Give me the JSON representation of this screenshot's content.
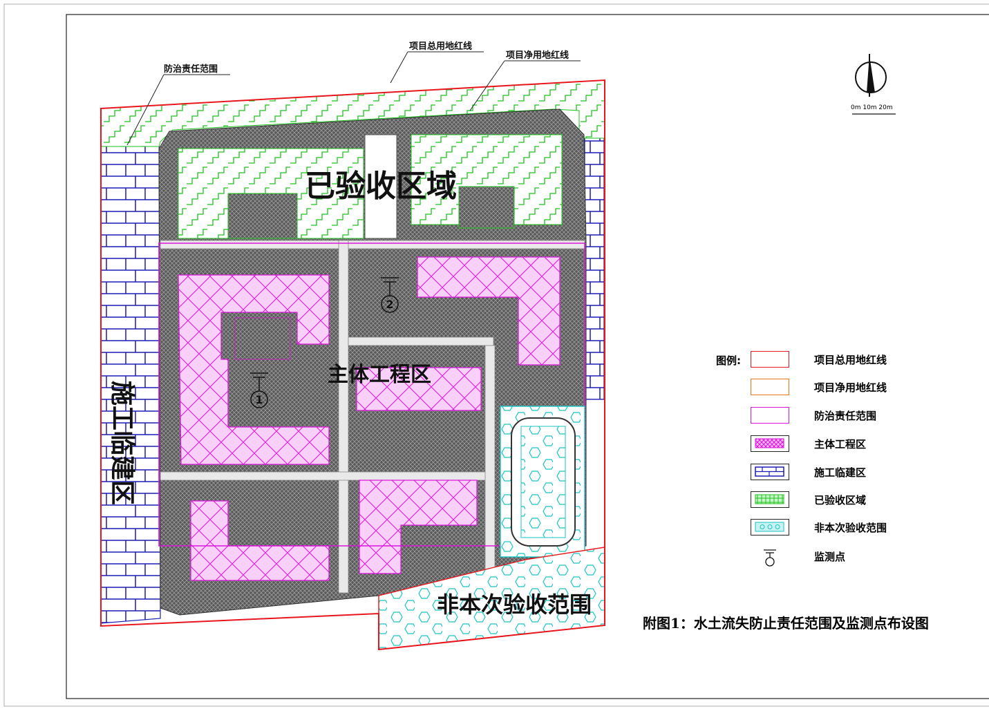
{
  "map": {
    "labels": {
      "accepted_area": "已验收区域",
      "main_works": "主体工程区",
      "construction_camp": "施工临建区",
      "not_this_acceptance": "非本次验收范围"
    },
    "callouts": {
      "prevention_scope": "防治责任范围",
      "total_red_line": "项目总用地红线",
      "net_red_line": "项目净用地红线"
    },
    "monitoring_points": [
      "1",
      "2"
    ],
    "scale": "0m 10m 20m",
    "colors": {
      "red_line": "#e8161c",
      "magenta": "#d916d9",
      "green": "#1ec21e",
      "blue": "#1b1bb3",
      "cyan": "#19c3c3",
      "dark": "#3c3c3c"
    }
  },
  "legend": {
    "title": "图例:",
    "items": [
      {
        "label": "项目总用地红线",
        "style": "red-outline"
      },
      {
        "label": "项目净用地红线",
        "style": "orange-outline"
      },
      {
        "label": "防治责任范围",
        "style": "magenta-outline"
      },
      {
        "label": "主体工程区",
        "style": "magenta-hatch"
      },
      {
        "label": "施工临建区",
        "style": "blue-brick"
      },
      {
        "label": "已验收区域",
        "style": "green-hatch"
      },
      {
        "label": "非本次验收范围",
        "style": "cyan-hex"
      },
      {
        "label": "监测点",
        "style": "monitor-symbol"
      }
    ]
  },
  "caption": "附图1：水土流失防止责任范围及监测点布设图"
}
